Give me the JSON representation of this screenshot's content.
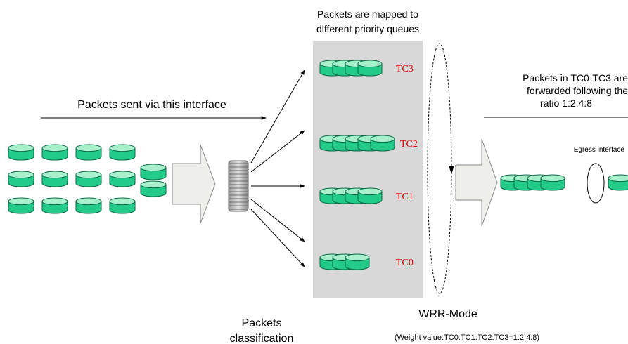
{
  "labels": {
    "mapped_line1": "Packets are mapped to",
    "mapped_line2": "different priority queues",
    "sent": "Packets sent via this interface",
    "forward_line1": "Packets in TC0-TC3 are",
    "forward_line2": "forwarded following the",
    "forward_line3": "ratio 1:2:4:8",
    "egress": "Egress interface",
    "classification_line1": "Packets",
    "classification_line2": "classification",
    "wrr_mode": "WRR-Mode",
    "weight": "(Weight value:TC0:TC1:TC2:TC3=1:2:4:8)"
  },
  "queues": [
    {
      "name": "TC3",
      "packets": 4
    },
    {
      "name": "TC2",
      "packets": 5
    },
    {
      "name": "TC1",
      "packets": 4
    },
    {
      "name": "TC0",
      "packets": 3
    }
  ],
  "input_packets": {
    "rows": 3,
    "cols": 4,
    "extra": 2
  },
  "output_packets": 4,
  "colors": {
    "packet_fill": "#22cc88",
    "packet_top": "#a8f0cc",
    "packet_stroke": "#0a6a48",
    "queue_panel": "#d8d8d8",
    "arrow_fill": "#eeeeea",
    "arrow_stroke": "#888888",
    "tc_label": "#e00000"
  }
}
